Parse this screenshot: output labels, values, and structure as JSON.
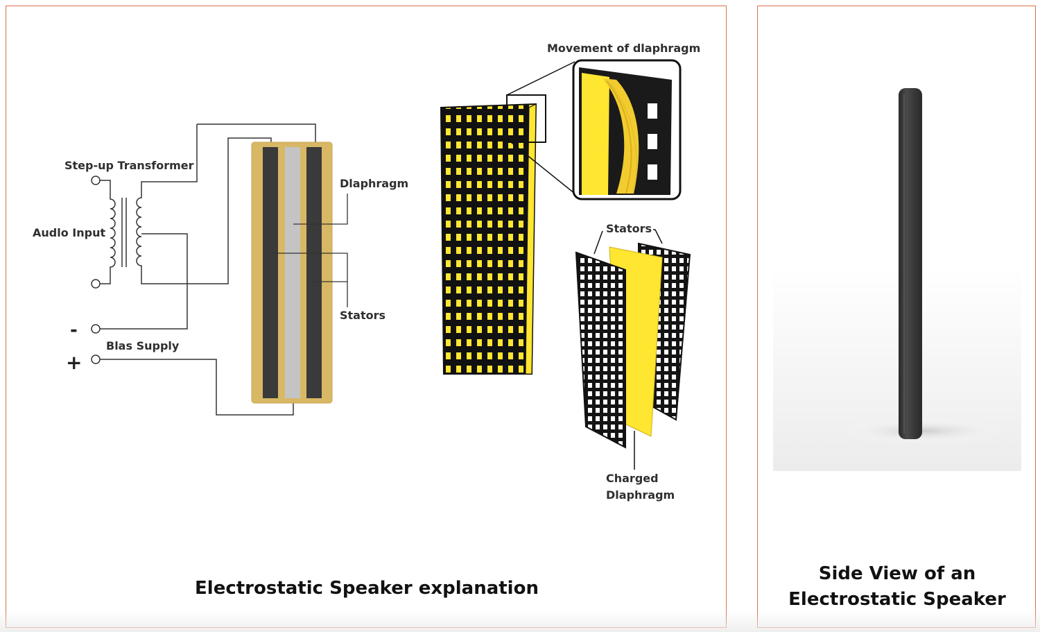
{
  "left_panel": {
    "caption": "Electrostatic Speaker explanation",
    "circuit": {
      "step_up_transformer": "Step-up Transformer",
      "audio_input": "Audlo Input",
      "minus_sign": "-",
      "plus_sign": "+",
      "bias_supply": "Blas Supply",
      "diaphragm": "Dlaphragm",
      "stators": "Stators"
    },
    "illustration": {
      "movement_label": "Movement of dlaphragm",
      "stators_label": "Stators",
      "charged_line1": "Charged",
      "charged_line2": "Dlaphragm"
    }
  },
  "right_panel": {
    "caption_line1": "Side View of an",
    "caption_line2": "Electrostatic Speaker"
  },
  "colors": {
    "border": "#d9704a",
    "stator": "#3a3a3a",
    "diaphragm_grey": "#c4c4c4",
    "frame_gold": "#d9b865",
    "yellow": "#ffe630",
    "speaker_body": "#333333"
  }
}
